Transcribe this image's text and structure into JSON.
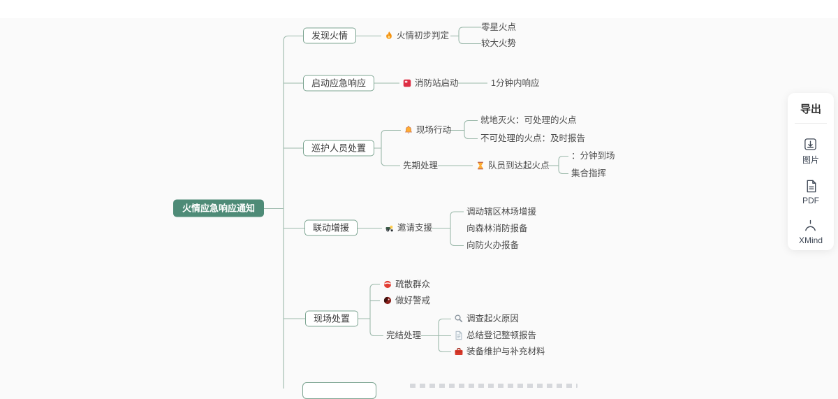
{
  "mindmap": {
    "root": {
      "label": "火情应急响应通知"
    },
    "branches": [
      {
        "label": "发现火情",
        "children": [
          {
            "icon": "fire-icon",
            "label": "火情初步判定",
            "children": [
              {
                "label": "零星火点"
              },
              {
                "label": "较大火势"
              }
            ]
          }
        ]
      },
      {
        "label": "启动应急响应",
        "children": [
          {
            "icon": "extinguisher-icon",
            "label": "消防站启动",
            "children": [
              {
                "label": "1分钟内响应"
              }
            ]
          }
        ]
      },
      {
        "label": "巡护人员处置",
        "children": [
          {
            "icon": "bell-icon",
            "label": "现场行动",
            "children": [
              {
                "label": "就地灭火：可处理的火点"
              },
              {
                "label": "不可处理的火点：及时报告"
              }
            ]
          },
          {
            "label": "先期处理",
            "children": [
              {
                "icon": "hourglass-icon",
                "label": "队员到达起火点",
                "children": [
                  {
                    "label": "：分钟到场"
                  },
                  {
                    "label": "集合指挥"
                  }
                ]
              }
            ]
          }
        ]
      },
      {
        "label": "联动增援",
        "children": [
          {
            "icon": "tractor-icon",
            "label": "邀请支援",
            "children": [
              {
                "label": "调动辖区林场增援"
              },
              {
                "label": "向森林消防报备"
              },
              {
                "label": "向防火办报备"
              }
            ]
          }
        ]
      },
      {
        "label": "现场处置",
        "children": [
          {
            "icon": "helmet-icon",
            "label": "疏散群众"
          },
          {
            "icon": "alarm-icon",
            "label": "做好警戒"
          },
          {
            "label": "完结处理",
            "children": [
              {
                "icon": "magnifier-icon",
                "label": "调查起火原因"
              },
              {
                "icon": "document-icon",
                "label": "总结登记整顿报告"
              },
              {
                "icon": "toolbox-icon",
                "label": "装备维护与补充材料"
              }
            ]
          }
        ]
      }
    ]
  },
  "export_panel": {
    "title": "导出",
    "items": [
      {
        "icon": "image-export-icon",
        "label": "图片"
      },
      {
        "icon": "pdf-icon",
        "label": "PDF"
      },
      {
        "icon": "xmind-icon",
        "label": "XMind"
      }
    ]
  },
  "colors": {
    "root_bg": "#4e8b77",
    "node_border": "#7ca491",
    "connector": "#9cb9ab",
    "canvas_bg": "#fafafa",
    "panel_text": "#3d4654"
  }
}
